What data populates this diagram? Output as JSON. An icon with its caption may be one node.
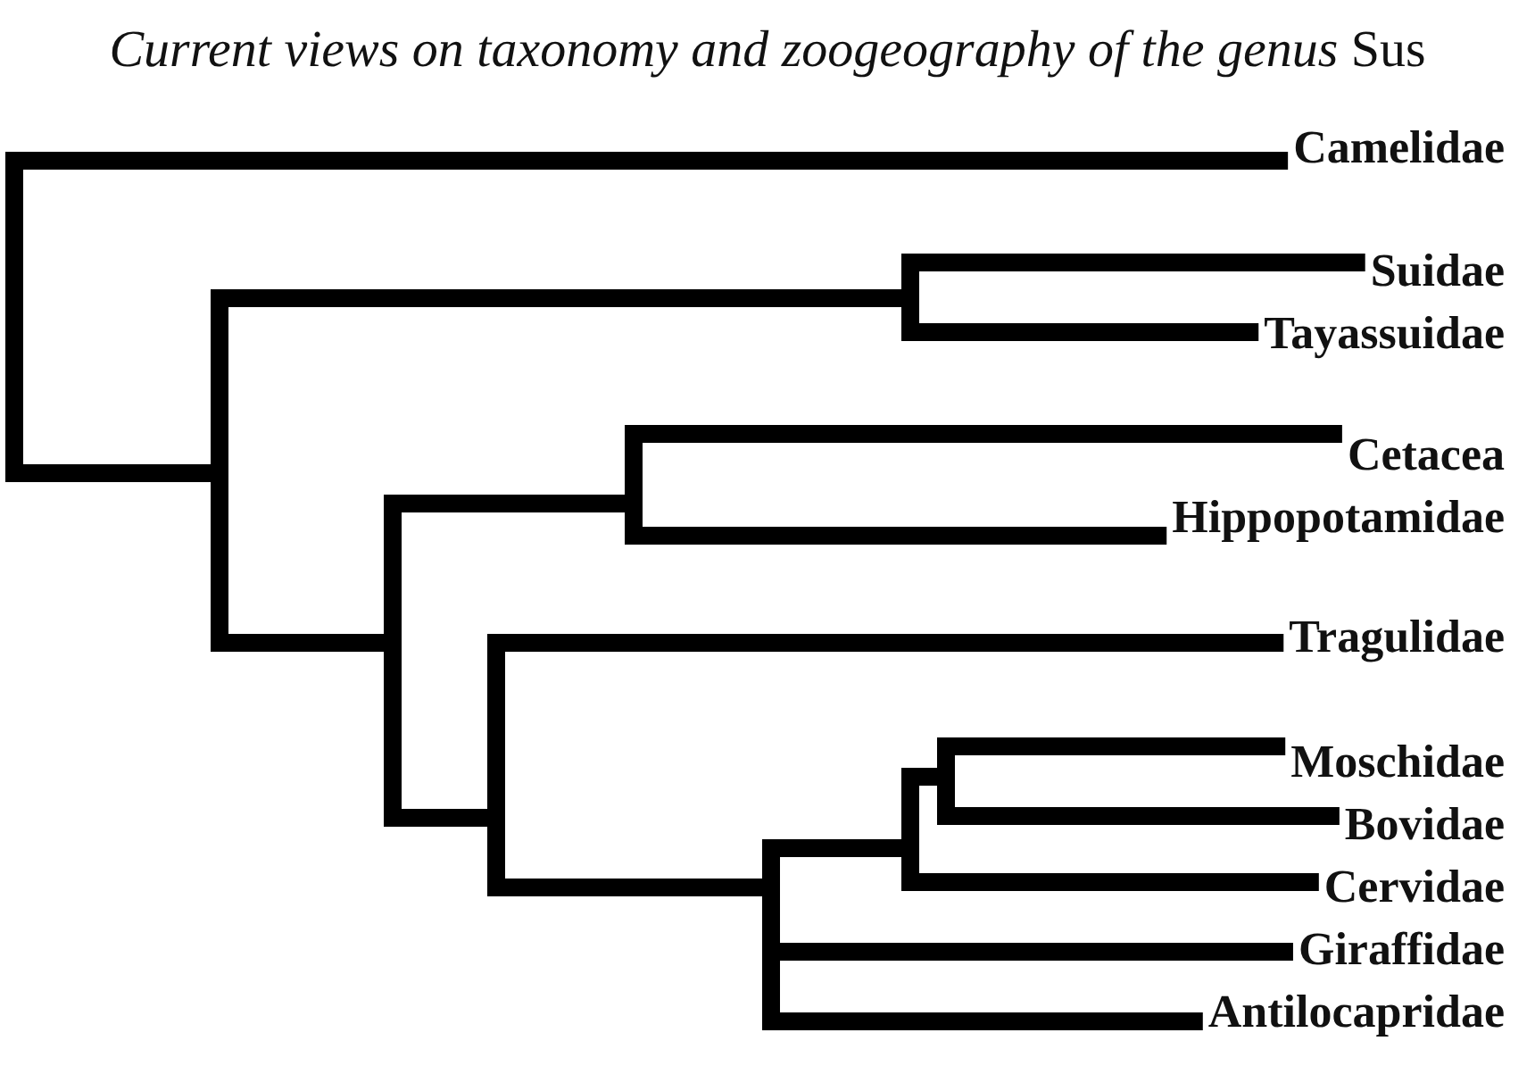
{
  "diagram": {
    "title": "*Current views on taxonomy and zoogeography of the genus* Sus",
    "nodes": [
      {
        "text": [],
        "shape": "point"
      },
      {
        "text": [
          "Camelidae"
        ]
      },
      {
        "text": [],
        "shape": "point"
      },
      {
        "text": [],
        "shape": "point"
      },
      {
        "text": [
          "Suidae"
        ]
      },
      {
        "text": [
          "Tayassuidae"
        ]
      },
      {
        "text": [],
        "shape": "point"
      },
      {
        "text": [],
        "shape": "point"
      },
      {
        "text": [
          "Cetacea"
        ]
      },
      {
        "text": [
          "Hippopotamidae"
        ]
      },
      {
        "text": [],
        "shape": "point"
      },
      {
        "text": [
          "Tragulidae"
        ]
      },
      {
        "text": [],
        "shape": "point"
      },
      {
        "text": [],
        "shape": "point"
      },
      {
        "text": [],
        "shape": "point"
      },
      {
        "text": [
          "Moschidae"
        ]
      },
      {
        "text": [
          "Bovidae"
        ]
      },
      {
        "text": [
          "Cervidae"
        ]
      },
      {
        "text": [
          "Giraffidae"
        ]
      },
      {
        "text": [
          "Antilocapridae"
        ]
      }
    ],
    "edges": [
      {
        "from": 0,
        "to": 1,
        "arrow": "none"
      },
      {
        "from": 0,
        "to": 2,
        "arrow": "none"
      },
      {
        "from": 2,
        "to": 3,
        "arrow": "none"
      },
      {
        "from": 3,
        "to": 4,
        "arrow": "none"
      },
      {
        "from": 3,
        "to": 5,
        "arrow": "none"
      },
      {
        "from": 2,
        "to": 6,
        "arrow": "none"
      },
      {
        "from": 6,
        "to": 7,
        "arrow": "none"
      },
      {
        "from": 7,
        "to": 8,
        "arrow": "none"
      },
      {
        "from": 7,
        "to": 9,
        "arrow": "none"
      },
      {
        "from": 6,
        "to": 10,
        "arrow": "none"
      },
      {
        "from": 10,
        "to": 11,
        "arrow": "none"
      },
      {
        "from": 10,
        "to": 12,
        "arrow": "none"
      },
      {
        "from": 12,
        "to": 13,
        "arrow": "none"
      },
      {
        "from": 13,
        "to": 14,
        "arrow": "none"
      },
      {
        "from": 14,
        "to": 15,
        "arrow": "none"
      },
      {
        "from": 14,
        "to": 16,
        "arrow": "none"
      },
      {
        "from": 13,
        "to": 17,
        "arrow": "none"
      },
      {
        "from": 12,
        "to": 18,
        "arrow": "none"
      },
      {
        "from": 12,
        "to": 19,
        "arrow": "none"
      }
    ]
  }
}
